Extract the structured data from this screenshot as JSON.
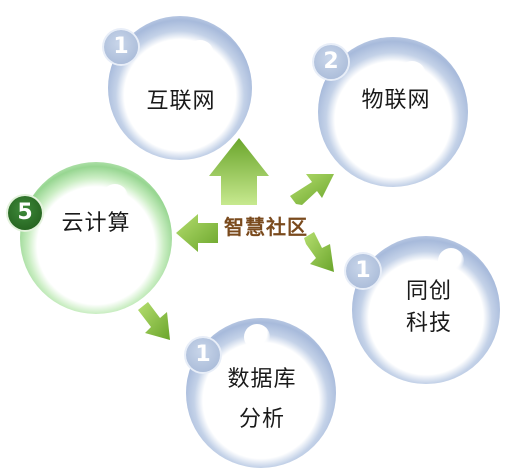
{
  "center": {
    "label": "智慧社区"
  },
  "nodes": [
    {
      "id": "internet",
      "badge": "1",
      "lines": [
        "互联网"
      ]
    },
    {
      "id": "iot",
      "badge": "2",
      "lines": [
        "物联网"
      ]
    },
    {
      "id": "cloud",
      "badge": "5",
      "lines": [
        "云计算"
      ]
    },
    {
      "id": "tongchuang",
      "badge": "1",
      "lines": [
        "同创",
        "科技"
      ]
    },
    {
      "id": "database",
      "badge": "1",
      "lines": [
        "数据库",
        "分析"
      ]
    }
  ],
  "colors": {
    "blue_ring": "#a9bcd9",
    "green_ring": "#8fd08a",
    "arrow_green": "#7dbb3a",
    "center_text": "#7a4a1d"
  }
}
